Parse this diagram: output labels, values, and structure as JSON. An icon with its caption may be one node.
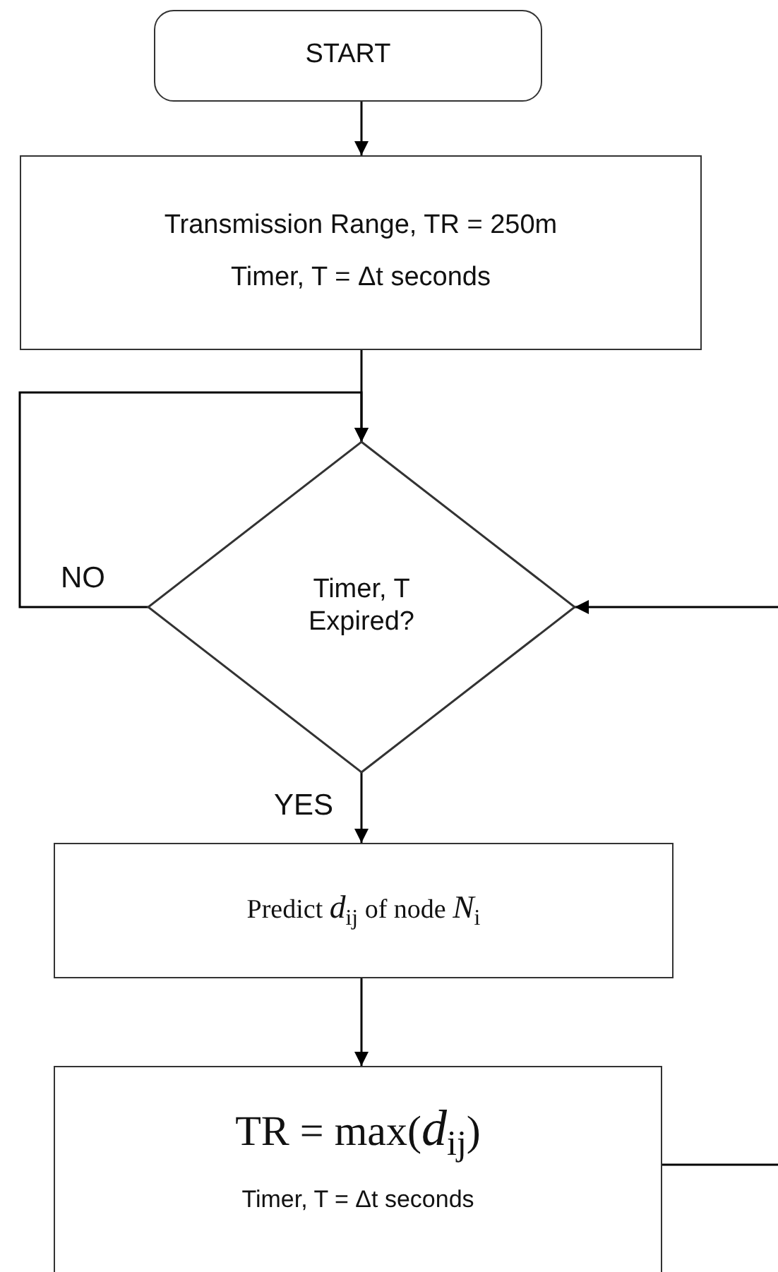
{
  "diagram": {
    "nodes": [
      {
        "text": [
          "START"
        ]
      },
      {
        "text": [
          "Transmission Range, TR = 250m",
          "Timer, T = Δt seconds"
        ]
      },
      {
        "text": [
          "Timer, T Expired?"
        ]
      },
      {
        "text": [
          "Predict *d*$_{ij}$ of node *N*$_{i}$"
        ]
      },
      {
        "text": [
          "TR = max(*d*$_{ij}$)",
          "Timer, T = Δt seconds"
        ]
      }
    ],
    "edges": [
      {
        "from": 0,
        "to": 1,
        "arrow": "to"
      },
      {
        "from": 1,
        "to": 2,
        "arrow": "to"
      },
      {
        "from": 2,
        "to": 2,
        "arrow": "to",
        "label": "NO"
      },
      {
        "from": 2,
        "to": 3,
        "arrow": "to",
        "label": "YES"
      },
      {
        "from": 3,
        "to": 4,
        "arrow": "to"
      },
      {
        "from": 4,
        "to": 2,
        "arrow": "to"
      }
    ]
  }
}
